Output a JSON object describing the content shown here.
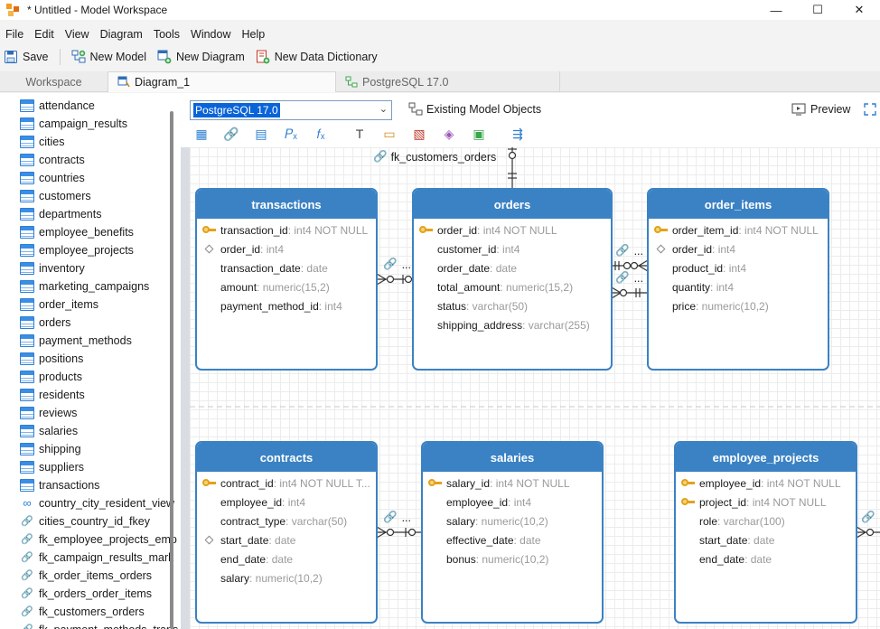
{
  "window": {
    "title": "* Untitled - Model Workspace",
    "minimize": "—",
    "maximize": "☐",
    "close": "✕"
  },
  "menu": [
    "File",
    "Edit",
    "View",
    "Diagram",
    "Tools",
    "Window",
    "Help"
  ],
  "toolbar": {
    "save": "Save",
    "new_model": "New Model",
    "new_diagram": "New Diagram",
    "new_data_dictionary": "New Data Dictionary"
  },
  "tabs": [
    {
      "label": "Workspace",
      "active": false
    },
    {
      "label": "Diagram_1",
      "active": true
    },
    {
      "label": "PostgreSQL 17.0",
      "active": false
    }
  ],
  "tree": {
    "items": [
      {
        "label": "attendance",
        "kind": "table"
      },
      {
        "label": "campaign_results",
        "kind": "table"
      },
      {
        "label": "cities",
        "kind": "table"
      },
      {
        "label": "contracts",
        "kind": "table"
      },
      {
        "label": "countries",
        "kind": "table"
      },
      {
        "label": "customers",
        "kind": "table"
      },
      {
        "label": "departments",
        "kind": "table"
      },
      {
        "label": "employee_benefits",
        "kind": "table"
      },
      {
        "label": "employee_projects",
        "kind": "table"
      },
      {
        "label": "inventory",
        "kind": "table"
      },
      {
        "label": "marketing_campaigns",
        "kind": "table"
      },
      {
        "label": "order_items",
        "kind": "table"
      },
      {
        "label": "orders",
        "kind": "table"
      },
      {
        "label": "payment_methods",
        "kind": "table"
      },
      {
        "label": "positions",
        "kind": "table"
      },
      {
        "label": "products",
        "kind": "table"
      },
      {
        "label": "residents",
        "kind": "table"
      },
      {
        "label": "reviews",
        "kind": "table"
      },
      {
        "label": "salaries",
        "kind": "table"
      },
      {
        "label": "shipping",
        "kind": "table"
      },
      {
        "label": "suppliers",
        "kind": "table"
      },
      {
        "label": "transactions",
        "kind": "table"
      },
      {
        "label": "country_city_resident_view",
        "kind": "view"
      },
      {
        "label": "cities_country_id_fkey",
        "kind": "link"
      },
      {
        "label": "fk_employee_projects_emp",
        "kind": "link"
      },
      {
        "label": "fk_campaign_results_mark",
        "kind": "link"
      },
      {
        "label": "fk_order_items_orders",
        "kind": "link"
      },
      {
        "label": "fk_orders_order_items",
        "kind": "link"
      },
      {
        "label": "fk_customers_orders",
        "kind": "link"
      },
      {
        "label": "fk_payment_methods_trans",
        "kind": "link"
      }
    ]
  },
  "diagram": {
    "dialect": "PostgreSQL 17.0",
    "existing_objects": "Existing Model Objects",
    "preview": "Preview",
    "tools": [
      "table-tool",
      "reference-tool",
      "view-tool",
      "procedure-tool",
      "function-tool",
      "text-tool",
      "note-tool",
      "image-tool",
      "shape-tool",
      "container-tool",
      "auto-layout-tool"
    ],
    "tool_glyphs": [
      "▦",
      "🔗",
      "▤",
      "𝑃ₓ",
      "𝑓ₓ",
      "T",
      "▭",
      "▧",
      "◈",
      "▣",
      "⇶"
    ],
    "fk_top_label": "fk_customers_orders",
    "ellipsis": "...",
    "entities": {
      "transactions": {
        "name": "transactions",
        "columns": [
          {
            "name": "transaction_id",
            "type": " : int4 NOT NULL",
            "mark": "pk"
          },
          {
            "name": "order_id",
            "type": " : int4",
            "mark": "fk"
          },
          {
            "name": "transaction_date",
            "type": " : date",
            "mark": ""
          },
          {
            "name": "amount",
            "type": " : numeric(15,2)",
            "mark": ""
          },
          {
            "name": "payment_method_id",
            "type": " : int4",
            "mark": ""
          }
        ]
      },
      "orders": {
        "name": "orders",
        "columns": [
          {
            "name": "order_id",
            "type": " : int4 NOT NULL",
            "mark": "pk"
          },
          {
            "name": "customer_id",
            "type": " : int4",
            "mark": ""
          },
          {
            "name": "order_date",
            "type": " : date",
            "mark": ""
          },
          {
            "name": "total_amount",
            "type": " : numeric(15,2)",
            "mark": ""
          },
          {
            "name": "status",
            "type": " : varchar(50)",
            "mark": ""
          },
          {
            "name": "shipping_address",
            "type": " : varchar(255)",
            "mark": ""
          }
        ]
      },
      "order_items": {
        "name": "order_items",
        "columns": [
          {
            "name": "order_item_id",
            "type": " : int4 NOT NULL",
            "mark": "pk"
          },
          {
            "name": "order_id",
            "type": " : int4",
            "mark": "fk"
          },
          {
            "name": "product_id",
            "type": " : int4",
            "mark": ""
          },
          {
            "name": "quantity",
            "type": " : int4",
            "mark": ""
          },
          {
            "name": "price",
            "type": " : numeric(10,2)",
            "mark": ""
          }
        ]
      },
      "contracts": {
        "name": "contracts",
        "columns": [
          {
            "name": "contract_id",
            "type": " : int4 NOT NULL T...",
            "mark": "pk"
          },
          {
            "name": "employee_id",
            "type": " : int4",
            "mark": ""
          },
          {
            "name": "contract_type",
            "type": " : varchar(50)",
            "mark": ""
          },
          {
            "name": "start_date",
            "type": " : date",
            "mark": "fk"
          },
          {
            "name": "end_date",
            "type": " : date",
            "mark": ""
          },
          {
            "name": "salary",
            "type": " : numeric(10,2)",
            "mark": ""
          }
        ]
      },
      "salaries": {
        "name": "salaries",
        "columns": [
          {
            "name": "salary_id",
            "type": " : int4 NOT NULL",
            "mark": "pk"
          },
          {
            "name": "employee_id",
            "type": " : int4",
            "mark": ""
          },
          {
            "name": "salary",
            "type": " : numeric(10,2)",
            "mark": ""
          },
          {
            "name": "effective_date",
            "type": " : date",
            "mark": ""
          },
          {
            "name": "bonus",
            "type": " : numeric(10,2)",
            "mark": ""
          }
        ]
      },
      "employee_projects": {
        "name": "employee_projects",
        "columns": [
          {
            "name": "employee_id",
            "type": " : int4 NOT NULL",
            "mark": "pk"
          },
          {
            "name": "project_id",
            "type": " : int4 NOT NULL",
            "mark": "pk"
          },
          {
            "name": "role",
            "type": " : varchar(100)",
            "mark": ""
          },
          {
            "name": "start_date",
            "type": " : date",
            "mark": ""
          },
          {
            "name": "end_date",
            "type": " : date",
            "mark": ""
          }
        ]
      }
    }
  },
  "colors": {
    "accent": "#3b82c4",
    "key": "#e4a11b",
    "selection": "#0a64d8"
  }
}
